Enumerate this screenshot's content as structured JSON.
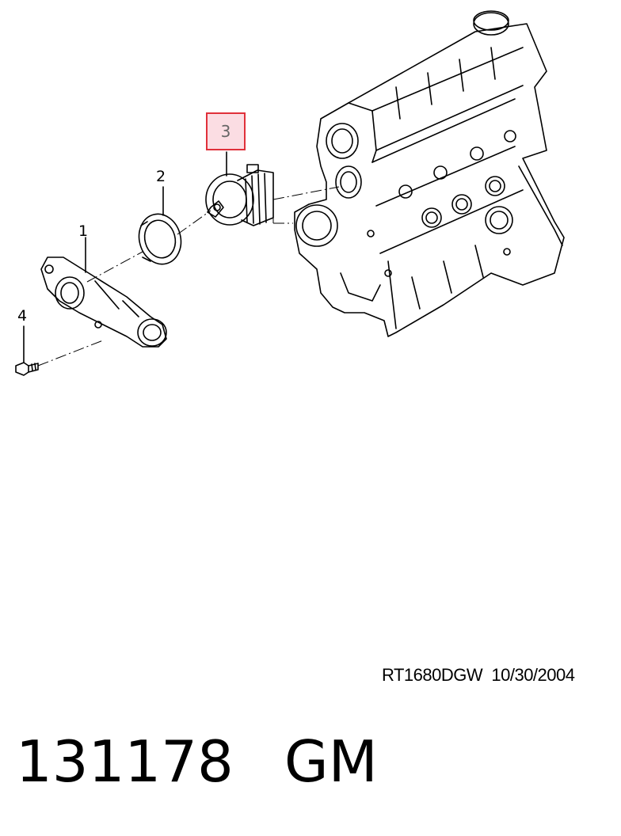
{
  "callouts": {
    "item1": "1",
    "item2": "2",
    "item3": "3",
    "item4": "4"
  },
  "highlight_color": "#e0303a",
  "highlight_fill": "#fbdde3",
  "drawing_code": {
    "ref": "RT1680DGW",
    "date": "10/30/2004"
  },
  "footer": {
    "part_number": "131178",
    "brand": "GM"
  }
}
